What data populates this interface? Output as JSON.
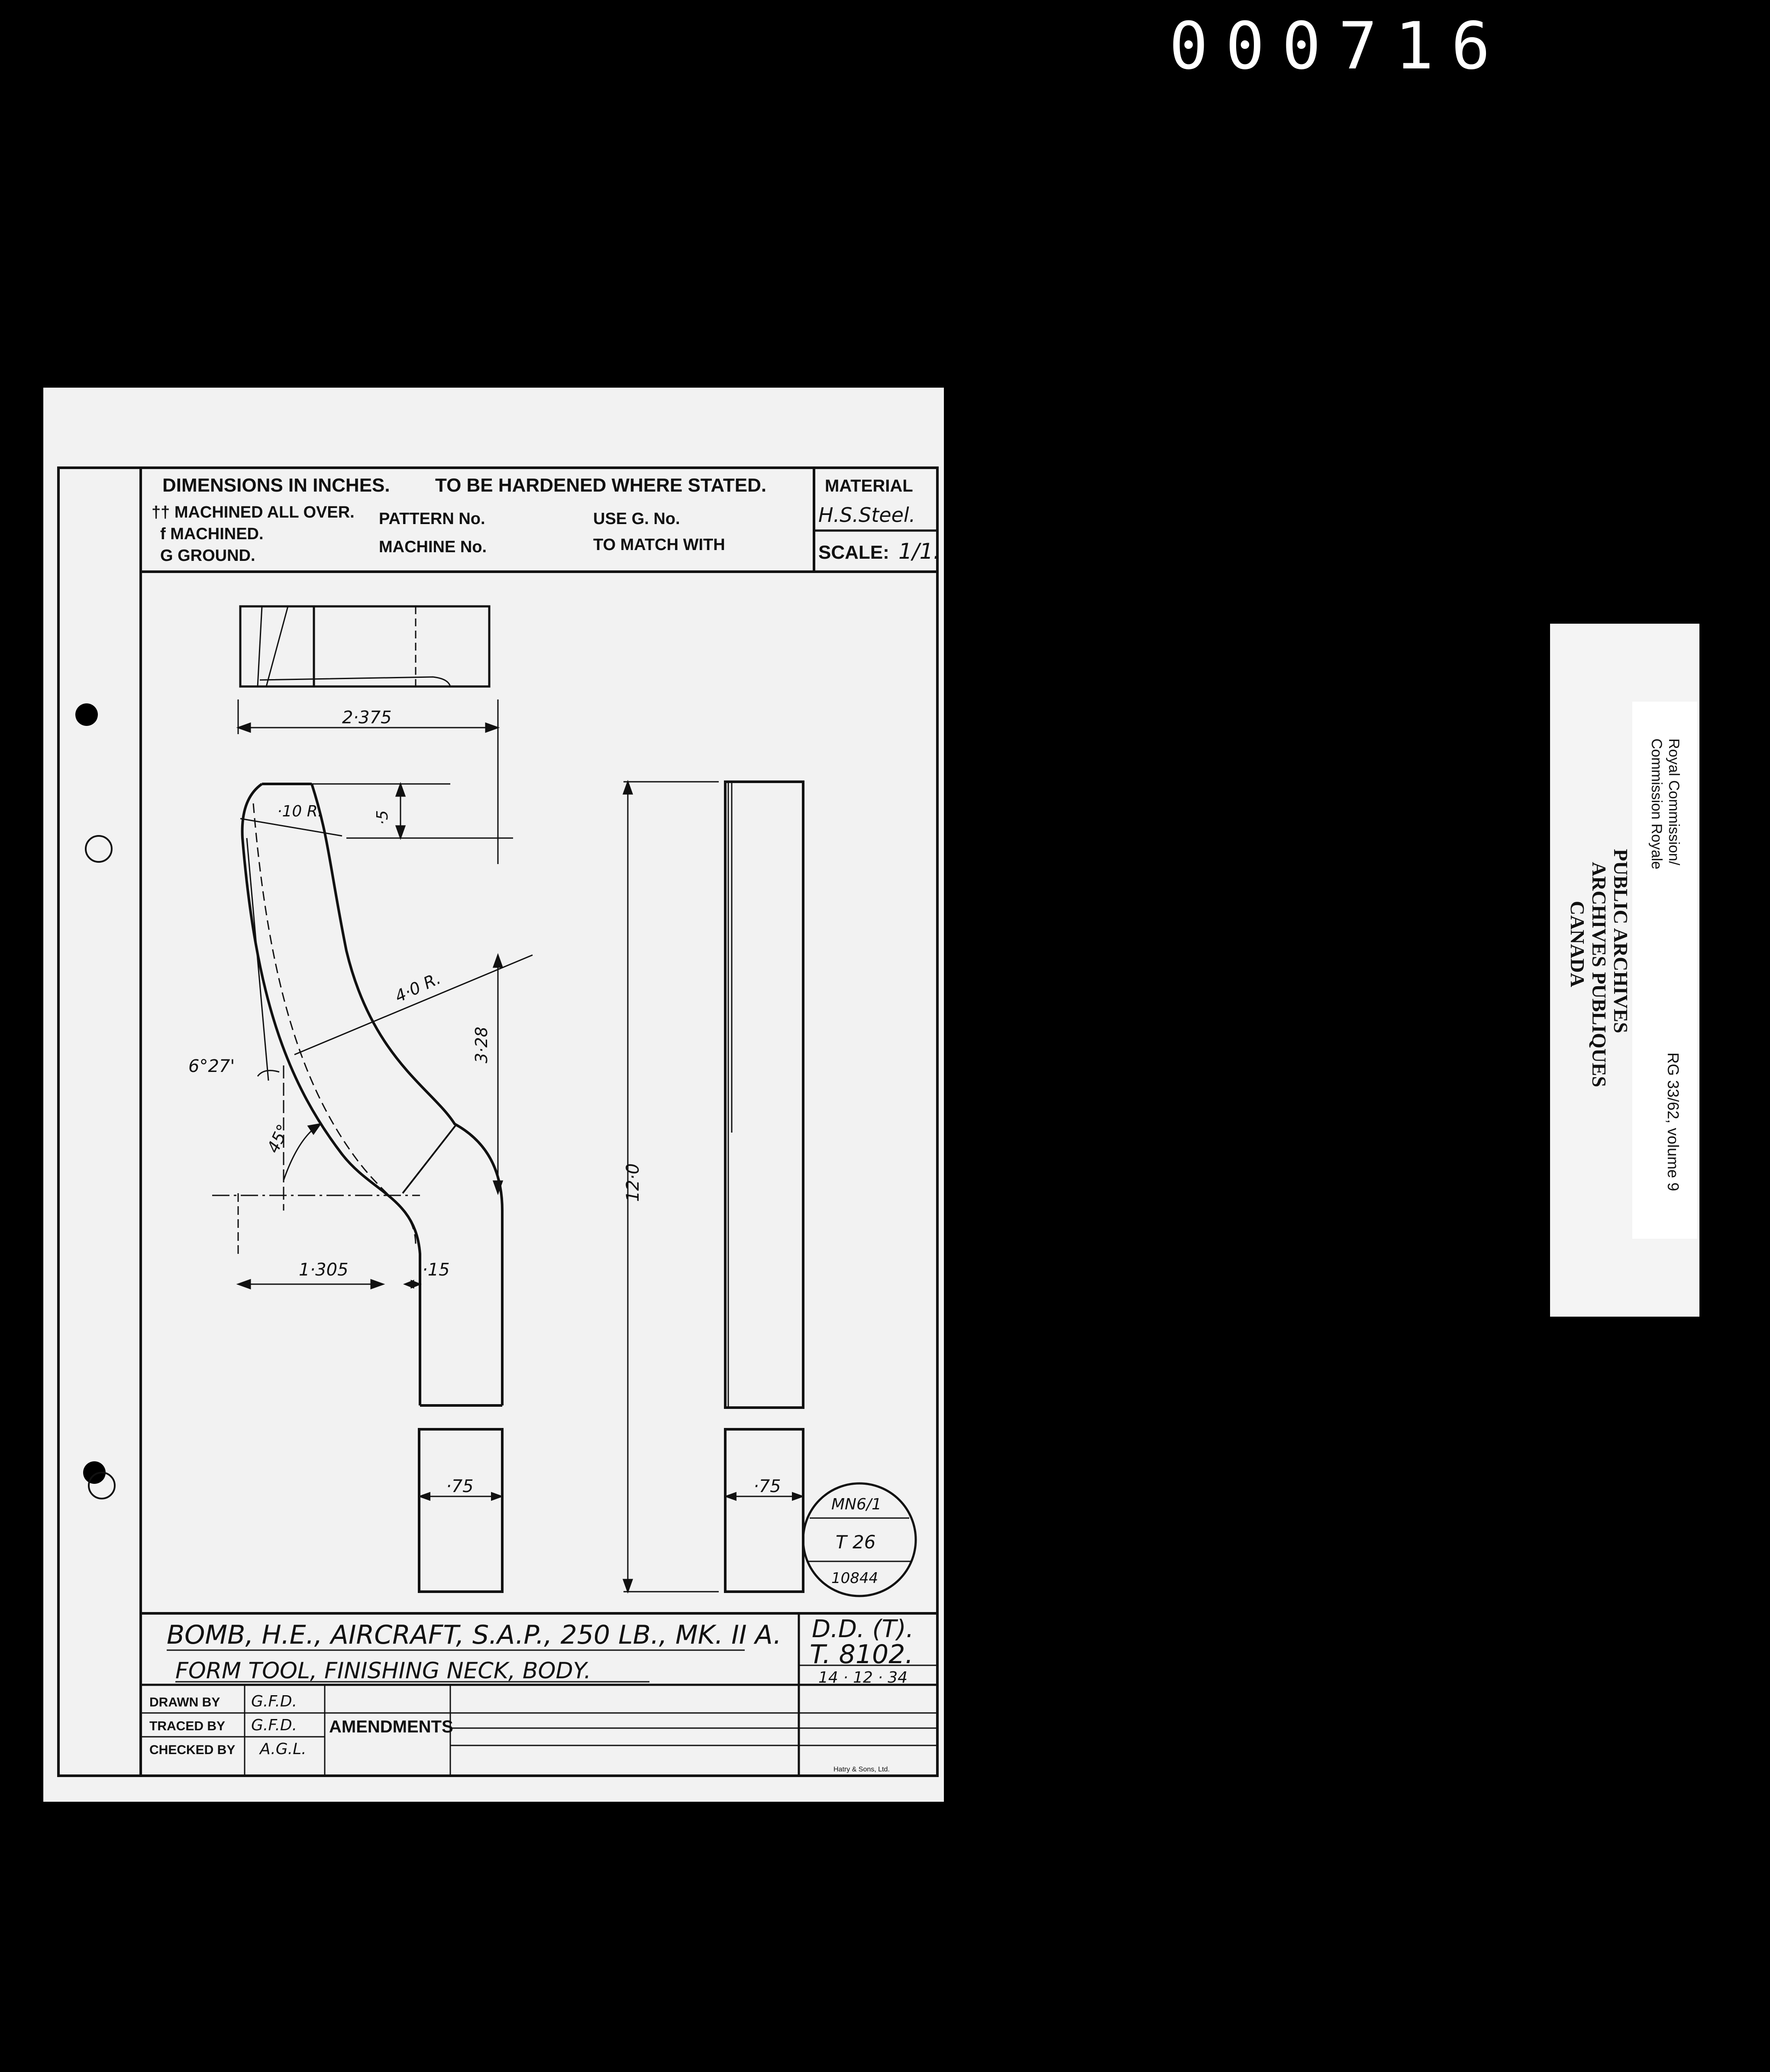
{
  "frame_number": "000716",
  "title_block": {
    "dimensions_note": "DIMENSIONS IN INCHES.",
    "hardened_note": "TO BE HARDENED WHERE STATED.",
    "machined_all_over": "†† MACHINED ALL OVER.",
    "machined": "f  MACHINED.",
    "ground": "G  GROUND.",
    "pattern_no": "PATTERN No.",
    "machine_no": "MACHINE No.",
    "use_g_no": "USE G. No.",
    "to_match_with": "TO MATCH WITH",
    "material_label": "MATERIAL",
    "material_value": "H.S.Steel.",
    "scale_label": "SCALE:",
    "scale_value": "1/1."
  },
  "dimensions": {
    "width_top": "2·375",
    "radius_small": "·10 R.",
    "height_top": "·5",
    "radius_large": "4·0 R.",
    "height_curve": "3·28",
    "angle_small": "6°27'",
    "angle_45": "45°",
    "offset_left": "1·305",
    "thickness": "·15",
    "overall_length": "12·0",
    "width_front": "·75",
    "width_side": "·75"
  },
  "stamp": {
    "line1": "MN6/1",
    "line2": "T 26",
    "line3": "10844"
  },
  "bottom_block": {
    "title_line1": "BOMB, H.E., AIRCRAFT, S.A.P., 250 LB., MK. II A.",
    "title_line2": "FORM TOOL, FINISHING NECK, BODY.",
    "dd": "D.D. (T).",
    "drawing_no": "T. 8102.",
    "date": "14 · 12 · 34",
    "drawn_by_label": "DRAWN BY",
    "drawn_by_value": "G.F.D.",
    "traced_by_label": "TRACED BY",
    "traced_by_value": "G.F.D.",
    "checked_by_label": "CHECKED BY",
    "checked_by_value": "A.G.L.",
    "amendments": "AMENDMENTS",
    "printer": "Hatry & Sons, Ltd."
  },
  "archive_label": {
    "commission_en": "Royal Commission/",
    "commission_fr": "Commission Royale",
    "public_archives": "PUBLIC ARCHIVES",
    "archives_publiques": "ARCHIVES PUBLIQUES",
    "canada": "CANADA",
    "reference": "RG 33/62, volume 9"
  }
}
